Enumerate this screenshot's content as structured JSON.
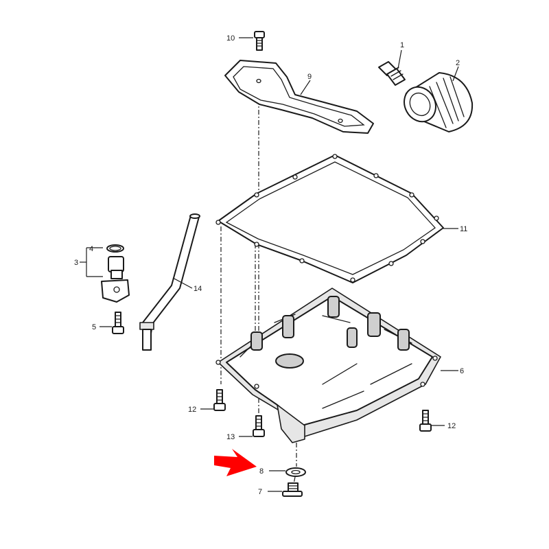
{
  "callouts": {
    "c1": "1",
    "c2": "2",
    "c3": "3",
    "c4": "4",
    "c5": "5",
    "c6": "6",
    "c7": "7",
    "c8": "8",
    "c9": "9",
    "c10": "10",
    "c11": "11",
    "c12_left": "12",
    "c12_right": "12",
    "c13": "13",
    "c14": "14"
  },
  "colors": {
    "line": "#1a1a1a",
    "arrow": "#ff0000",
    "background": "#ffffff"
  }
}
